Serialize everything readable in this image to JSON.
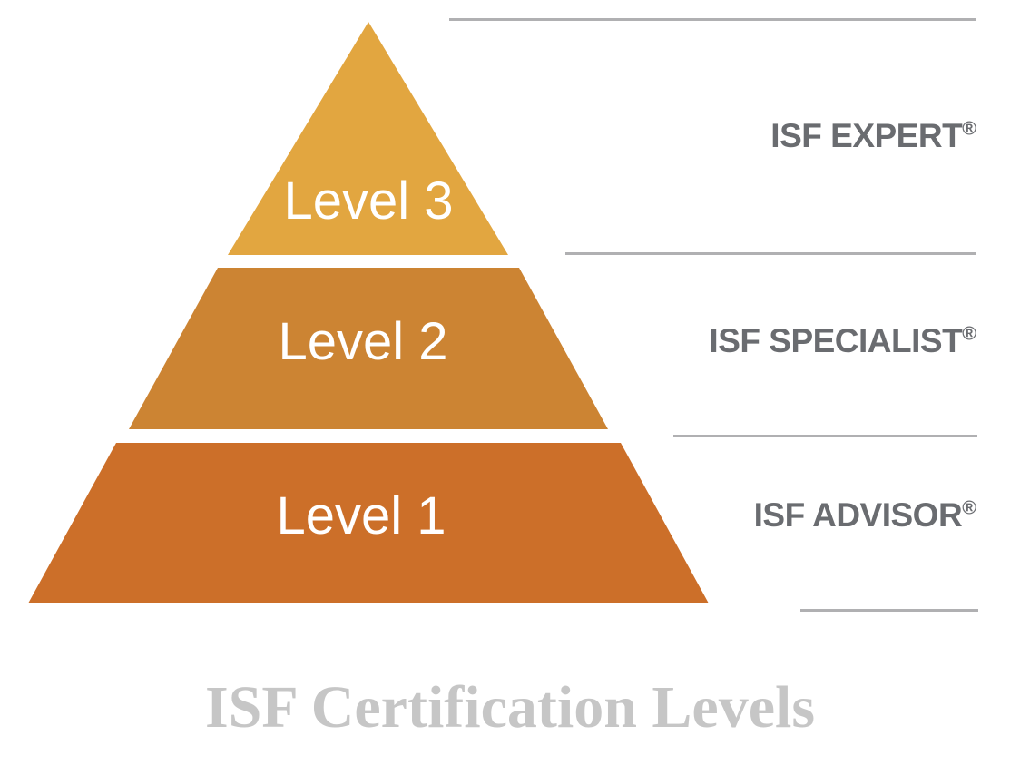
{
  "diagram": {
    "title": "ISF Certification Levels",
    "type": "pyramid",
    "background_color": "#ffffff",
    "caption_color": "#c6c6c6",
    "connector_color": "#b0b0b2",
    "label_text_color": "#ffffff",
    "cert_text_color": "#6a6c70",
    "tiers": [
      {
        "id": "tier-3",
        "level_label": "Level 3",
        "certification": "ISF EXPERT",
        "registered_mark": "®",
        "color": "#E2A640",
        "position": "top"
      },
      {
        "id": "tier-2",
        "level_label": "Level 2",
        "certification": "ISF SPECIALIST",
        "registered_mark": "®",
        "color": "#CC8433",
        "position": "middle"
      },
      {
        "id": "tier-1",
        "level_label": "Level 1",
        "certification": "ISF ADVISOR",
        "registered_mark": "®",
        "color": "#CC6F29",
        "position": "bottom"
      }
    ],
    "connectors": [
      {
        "id": "connector-top",
        "label": "rule above ISF EXPERT"
      },
      {
        "id": "connector-second",
        "label": "rule below ISF EXPERT"
      },
      {
        "id": "connector-third",
        "label": "rule below ISF SPECIALIST"
      },
      {
        "id": "connector-fourth",
        "label": "rule below ISF ADVISOR"
      }
    ]
  }
}
